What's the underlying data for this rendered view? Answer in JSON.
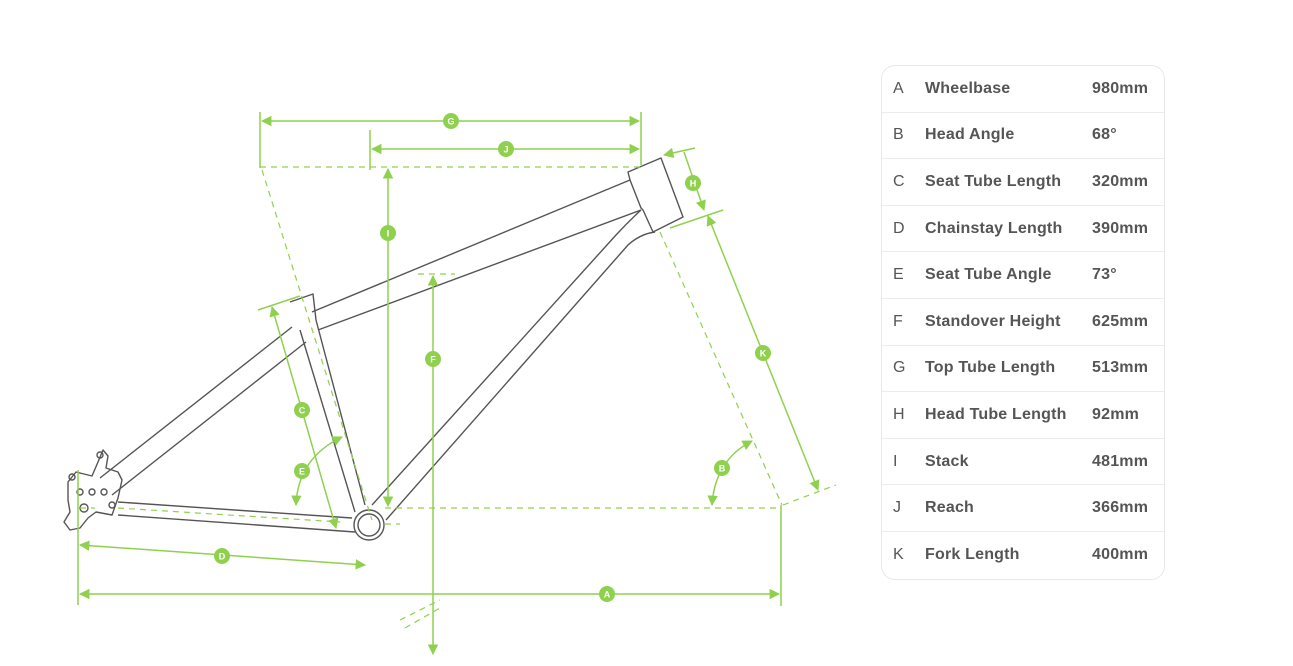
{
  "colors": {
    "frame_stroke": "#555555",
    "dimension": "#8fd14f",
    "table_border": "#e8e8e8",
    "table_text": "#555555"
  },
  "diagram": {
    "markers": [
      "A",
      "B",
      "C",
      "D",
      "E",
      "F",
      "G",
      "H",
      "I",
      "J",
      "K"
    ]
  },
  "geometry": [
    {
      "letter": "A",
      "name": "Wheelbase",
      "value": "980mm"
    },
    {
      "letter": "B",
      "name": "Head Angle",
      "value": "68°"
    },
    {
      "letter": "C",
      "name": "Seat Tube Length",
      "value": "320mm"
    },
    {
      "letter": "D",
      "name": "Chainstay Length",
      "value": "390mm"
    },
    {
      "letter": "E",
      "name": "Seat Tube Angle",
      "value": "73°"
    },
    {
      "letter": "F",
      "name": "Standover Height",
      "value": "625mm"
    },
    {
      "letter": "G",
      "name": "Top Tube Length",
      "value": "513mm"
    },
    {
      "letter": "H",
      "name": "Head Tube Length",
      "value": "92mm"
    },
    {
      "letter": "I",
      "name": "Stack",
      "value": "481mm"
    },
    {
      "letter": "J",
      "name": "Reach",
      "value": "366mm"
    },
    {
      "letter": "K",
      "name": "Fork Length",
      "value": "400mm"
    }
  ]
}
